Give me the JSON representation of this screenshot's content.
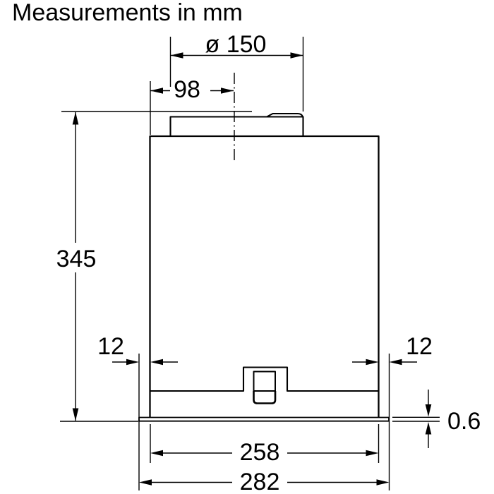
{
  "title": "Measurements in mm",
  "colors": {
    "line": "#000000",
    "background": "#ffffff"
  },
  "diagram": {
    "type": "technical-dimension-drawing",
    "subject": "built-in hood module, front elevation",
    "unit": "mm",
    "labels": {
      "duct_diameter": "ø 150",
      "duct_center_offset": "98",
      "height": "345",
      "lip_left": "12",
      "lip_right": "12",
      "panel_thickness": "0.6",
      "body_width": "258",
      "overall_width": "282"
    }
  }
}
